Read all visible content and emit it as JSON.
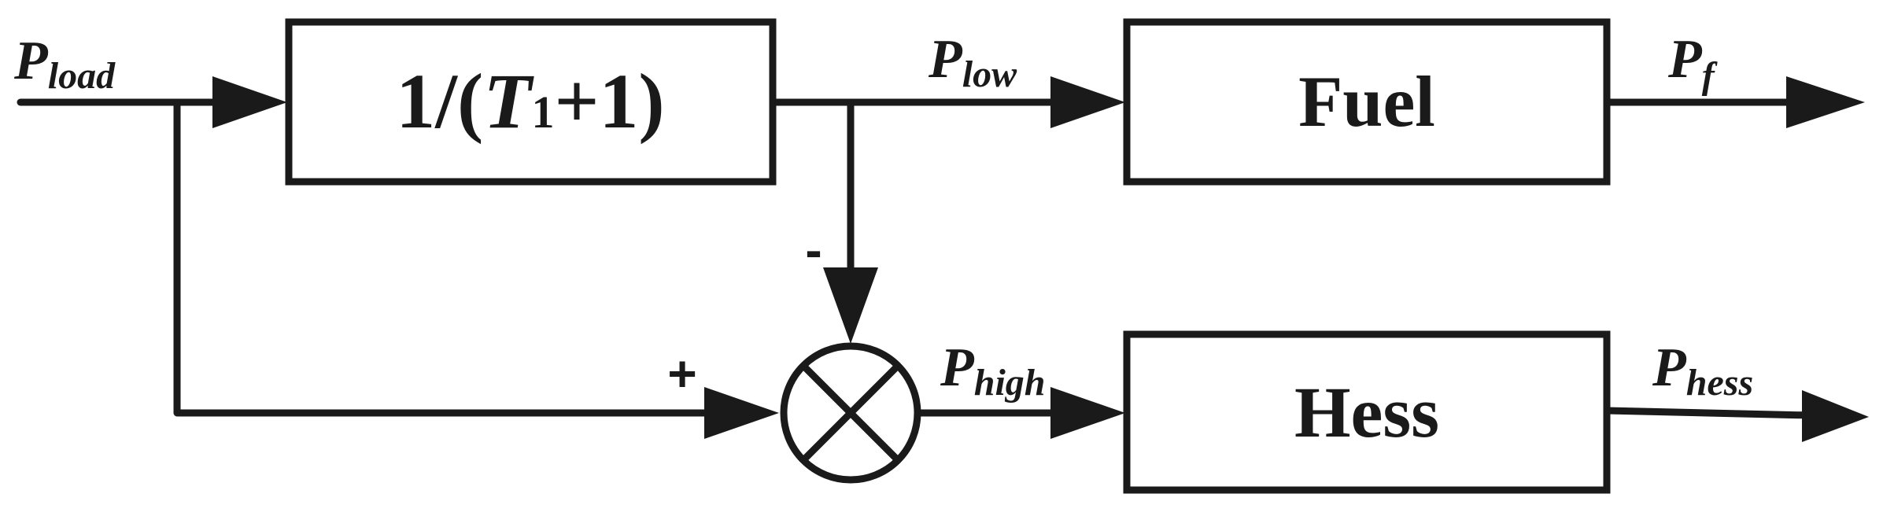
{
  "blocks": {
    "lowpass": {
      "prefix": "1/(",
      "var": "T",
      "var_sub": "1",
      "suffix": "+1)"
    },
    "fuel": "Fuel",
    "hess": "Hess"
  },
  "signals": {
    "p_load": {
      "symbol": "P",
      "subscript": "load"
    },
    "p_low": {
      "symbol": "P",
      "subscript": "low"
    },
    "p_f": {
      "symbol": "P",
      "subscript": "f"
    },
    "p_high": {
      "symbol": "P",
      "subscript": "high"
    },
    "p_hess": {
      "symbol": "P",
      "subscript": "hess"
    }
  },
  "summing_junction": {
    "plus_sign": "+",
    "minus_sign": "-"
  }
}
